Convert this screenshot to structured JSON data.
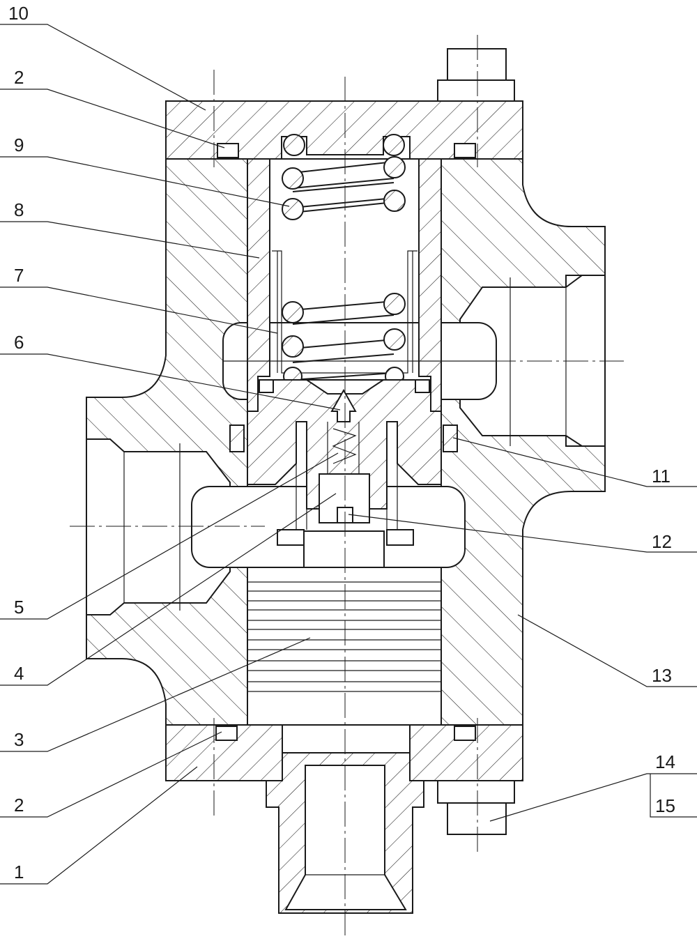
{
  "labels": {
    "l10": "10",
    "l2_top": "2",
    "l9": "9",
    "l8": "8",
    "l7": "7",
    "l6": "6",
    "l5": "5",
    "l4": "4",
    "l3": "3",
    "l2_bottom": "2",
    "l1": "1",
    "l11": "11",
    "l12": "12",
    "l13": "13",
    "l14": "14",
    "l15": "15"
  }
}
